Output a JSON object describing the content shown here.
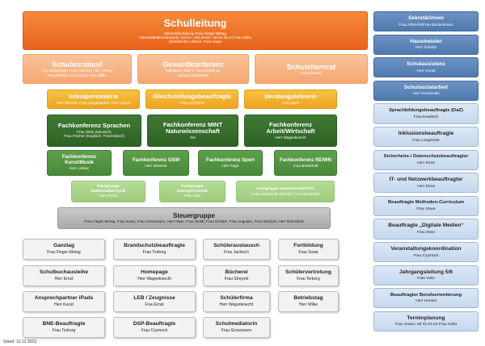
{
  "schulleitung": {
    "title": "Schulleitung",
    "lines": [
      "Oberstufenleitung: Frau Fieger-Metag",
      "Oberstufenkoordinatorin: komm. Herr Ernst / ab 01.02.24 Frau Galla",
      "Didaktische Leiterin: Frau Sowa"
    ]
  },
  "row1": [
    {
      "title": "Schulvorstand",
      "lines": [
        "Frau Bingelwald, Frau Tobsing, Herr Lettow,",
        "Frau Bierich, Frau Ernst, Herr Wilke"
      ]
    },
    {
      "title": "Gesamtkonferenz",
      "lines": [
        "Kollegium, Eltern- und Schülerrat,",
        "Schulsozialarbeiter"
      ]
    },
    {
      "title": "Schulelternrat",
      "lines": [
        "Frau Liebold"
      ]
    }
  ],
  "row2": [
    {
      "title": "Schulpersonalrat",
      "lines": [
        "Herr Wenzel, Frau Langenecker, Herr Lettow"
      ]
    },
    {
      "title": "Gleichstellungsbeauftragte",
      "lines": [
        "Frau Schmiele"
      ]
    },
    {
      "title": "Beratungslehrerin",
      "lines": [
        "Frau Beck"
      ]
    }
  ],
  "row3": [
    {
      "title": "Fachkonferenz Sprachen",
      "lines": [
        "Frau Stein (Deutsch)",
        "Frau Fischer (Englisch, Französisch)"
      ]
    },
    {
      "title": "Fachkonferenz MINT Naturwissenschaft",
      "lines": [
        "NN"
      ]
    },
    {
      "title": "Fachkonferenz Arbeit/Wirtschaft",
      "lines": [
        "Herr Wagenknecht"
      ]
    }
  ],
  "row4": [
    {
      "title": "Fachkonferenz Kunst/Musik",
      "lines": [
        "Herr Lettow"
      ]
    },
    {
      "title": "Fachkonferenz GSW",
      "lines": [
        "Herr Wüstner"
      ]
    },
    {
      "title": "Fachkonferenz Sport",
      "lines": [
        "Herr Pape"
      ]
    },
    {
      "title": "Fachkonferenz RE/WN",
      "lines": [
        "Frau Bredehöft"
      ]
    }
  ],
  "row5": [
    {
      "title": "Fachgruppe Mathematik/Physik",
      "lines": [
        "Frau Pesch"
      ]
    },
    {
      "title": "Fachgruppe Biologie/Chemie",
      "lines": [
        "Frau Voss"
      ]
    },
    {
      "title": "Fachgruppe Hauswirtschaft/TG",
      "lines": [
        "Frau Lambrecht-Schmid / Frau Bredehöft"
      ]
    }
  ],
  "steuergruppe": {
    "title": "Steuergruppe",
    "lines": [
      "Frau Fieger-Metag, Frau Sowa, Frau Grossmann, Herr Pape, Frau Stoldt, Frau Schöler, Frau Augustin, Frau Strejcek, Herr Mohrdieck"
    ]
  },
  "grid": [
    {
      "title": "Ganztag",
      "person": "Frau Fieger-Metag"
    },
    {
      "title": "Brandschutzbeauftragte",
      "person": "Frau Torborg"
    },
    {
      "title": "Schüleraustausch",
      "person": "Frau Jackisch"
    },
    {
      "title": "Fortbildung",
      "person": "Frau Sowa"
    },
    {
      "title": "Schulbuchausleihe",
      "person": "Herr Ernst"
    },
    {
      "title": "Homepage",
      "person": "Herr Wagenknecht"
    },
    {
      "title": "Bücherei",
      "person": "Frau Strejcek"
    },
    {
      "title": "Schülervertretung",
      "person": "Frau Torborg"
    },
    {
      "title": "Ansprechpartner iPads",
      "person": "Herr Kunst"
    },
    {
      "title": "LEB / Zeugnisse",
      "person": "Frau Ernst"
    },
    {
      "title": "Schülerfirma",
      "person": "Herr Wagenknecht"
    },
    {
      "title": "Betriebstag",
      "person": "Herr Wilke"
    },
    {
      "title": "BNE-Beauftragte",
      "person": "Frau Torborg"
    },
    {
      "title": "DSP-Beauftragte",
      "person": "Frau Czymoch"
    },
    {
      "title": "Schulmediatorin",
      "person": "Frau Grossmann"
    }
  ],
  "right": [
    {
      "title": "Sekretärinnen",
      "person": "Frau Albrecht/Frau Bockelmann"
    },
    {
      "title": "Hausmeister",
      "person": "Herr Schultz"
    },
    {
      "title": "Schulassistenz",
      "person": "Herr Kunst"
    },
    {
      "title": "Schulsozialarbeit",
      "person": "Herr Gronowski"
    },
    {
      "title": "Sprachbildungsbeauftragte (DaZ)",
      "person": "Frau Kewitsch"
    },
    {
      "title": "Inklusionsbeauftragte",
      "person": "Frau Langmeier"
    },
    {
      "title": "Sicherheits-/ Datenschutzbeauftragter",
      "person": "Herr Ernst"
    },
    {
      "title": "IT- und Netzwerkbeauftragter",
      "person": "Herr Ernst"
    },
    {
      "title": "Beauftragte Methoden-Curriculum",
      "person": "Frau Sowa"
    },
    {
      "title": "Beauftragte „Digitale Medien“",
      "person": "Frau Stein"
    },
    {
      "title": "Veranstaltungskoordination",
      "person": "Frau Czymoch"
    },
    {
      "title": "Jahrgangsleitung 5/6",
      "person": "Frau Voss"
    },
    {
      "title": "Beauftragter Berufsorientierung",
      "person": "Herr Hensel"
    },
    {
      "title": "Terminplanung",
      "person": "Frau Sowa / ab 01.02.24 Frau Galla"
    }
  ],
  "stand": "Stand: 12.12.2023"
}
